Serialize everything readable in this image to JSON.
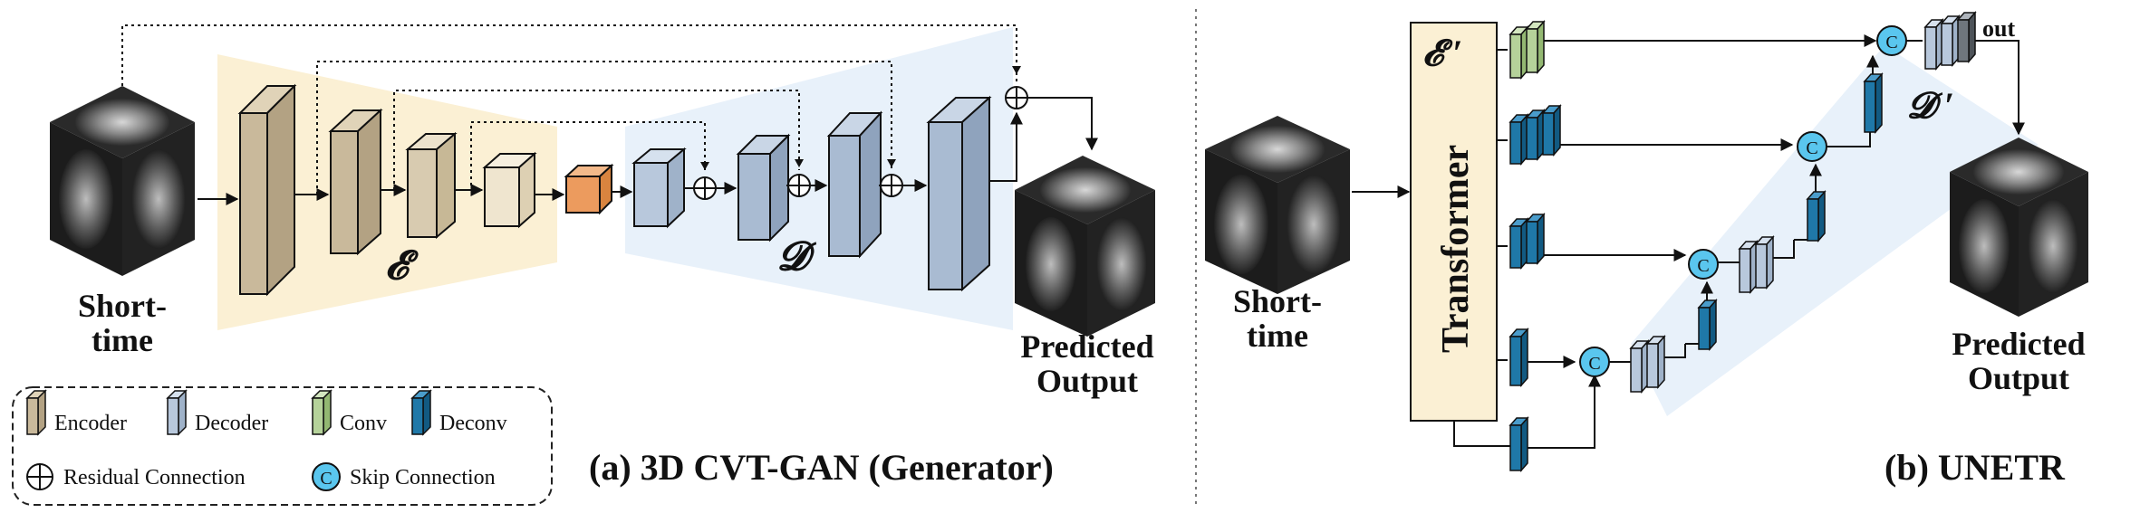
{
  "panel_a": {
    "caption": "(a) 3D CVT-GAN (Generator)",
    "input_label_1": "Short-",
    "input_label_2": "time",
    "output_label_1": "Predicted",
    "output_label_2": "Output",
    "encoder_symbol": "𝓔",
    "decoder_symbol": "𝓓"
  },
  "panel_b": {
    "caption": "(b) UNETR",
    "input_label_1": "Short-",
    "input_label_2": "time",
    "output_label_1": "Predicted",
    "output_label_2": "Output",
    "transformer_label": "Transformer",
    "encoder_symbol": "𝓔 ′",
    "decoder_symbol": "𝓓 ′",
    "out_label": "out",
    "concat_symbol": "C"
  },
  "legend": {
    "encoder": "Encoder",
    "decoder": "Decoder",
    "conv": "Conv",
    "deconv": "Deconv",
    "residual": "Residual Connection",
    "skip": "Skip Connection",
    "skip_symbol": "C"
  },
  "colors": {
    "encoder_block": "#c9b99b",
    "decoder_block": "#b8c8dc",
    "bottleneck_block": "#ec9b5e",
    "conv_block": "#b5d29a",
    "deconv_block": "#1f78a8",
    "encoder_region": "#fbf0d4",
    "decoder_region": "#e8f1fa",
    "skip_circle": "#5ac6ee"
  }
}
